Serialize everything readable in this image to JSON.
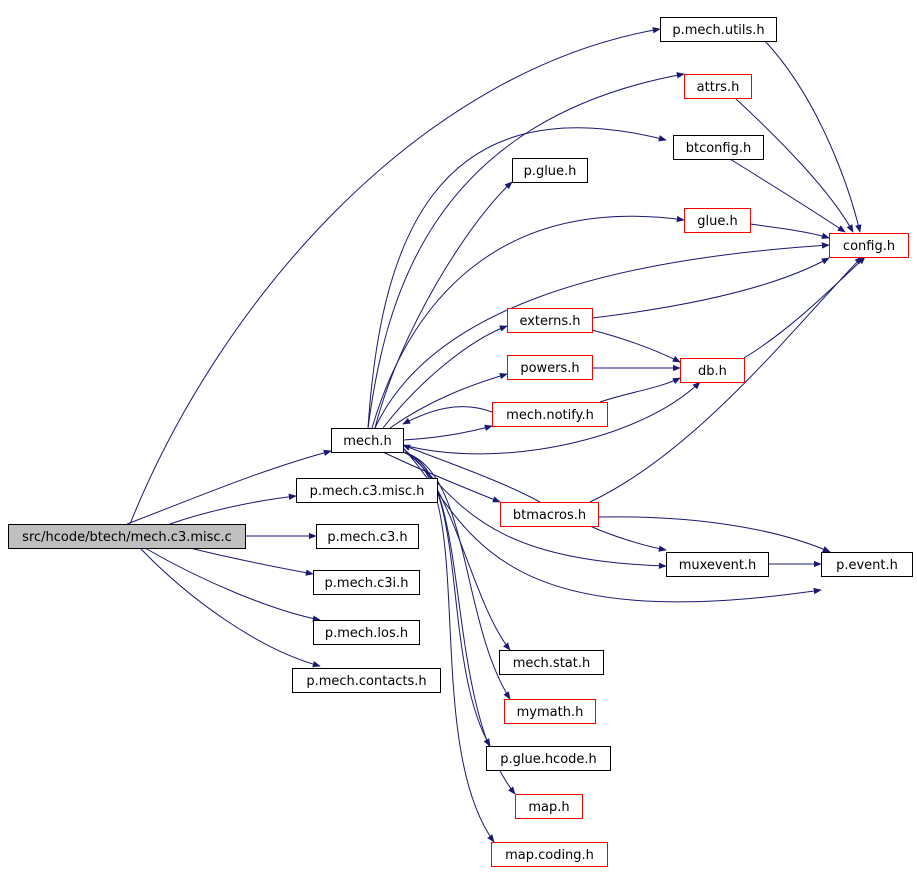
{
  "colors": {
    "edge": "#191970",
    "border_default": "#000000",
    "border_red": "#ff0000",
    "root_fill": "#bfbfbf",
    "node_fill": "#ffffff"
  },
  "nodes": [
    {
      "id": "root",
      "label": "src/hcode/btech/mech.c3.misc.c",
      "style": "root"
    },
    {
      "id": "mech_h",
      "label": "mech.h",
      "style": "default"
    },
    {
      "id": "p_mech_c3_misc_h",
      "label": "p.mech.c3.misc.h",
      "style": "default"
    },
    {
      "id": "p_mech_c3_h",
      "label": "p.mech.c3.h",
      "style": "default"
    },
    {
      "id": "p_mech_c3i_h",
      "label": "p.mech.c3i.h",
      "style": "default"
    },
    {
      "id": "p_mech_los_h",
      "label": "p.mech.los.h",
      "style": "default"
    },
    {
      "id": "p_mech_contacts_h",
      "label": "p.mech.contacts.h",
      "style": "default"
    },
    {
      "id": "p_mech_utils_h",
      "label": "p.mech.utils.h",
      "style": "default"
    },
    {
      "id": "attrs_h",
      "label": "attrs.h",
      "style": "red"
    },
    {
      "id": "btconfig_h",
      "label": "btconfig.h",
      "style": "default"
    },
    {
      "id": "p_glue_h",
      "label": "p.glue.h",
      "style": "default"
    },
    {
      "id": "glue_h",
      "label": "glue.h",
      "style": "red"
    },
    {
      "id": "config_h",
      "label": "config.h",
      "style": "red"
    },
    {
      "id": "externs_h",
      "label": "externs.h",
      "style": "red"
    },
    {
      "id": "powers_h",
      "label": "powers.h",
      "style": "red"
    },
    {
      "id": "db_h",
      "label": "db.h",
      "style": "red"
    },
    {
      "id": "mech_notify_h",
      "label": "mech.notify.h",
      "style": "red"
    },
    {
      "id": "btmacros_h",
      "label": "btmacros.h",
      "style": "red"
    },
    {
      "id": "muxevent_h",
      "label": "muxevent.h",
      "style": "default"
    },
    {
      "id": "p_event_h",
      "label": "p.event.h",
      "style": "default"
    },
    {
      "id": "mech_stat_h",
      "label": "mech.stat.h",
      "style": "default"
    },
    {
      "id": "mymath_h",
      "label": "mymath.h",
      "style": "red"
    },
    {
      "id": "p_glue_hcode_h",
      "label": "p.glue.hcode.h",
      "style": "default"
    },
    {
      "id": "map_h",
      "label": "map.h",
      "style": "red"
    },
    {
      "id": "map_coding_h",
      "label": "map.coding.h",
      "style": "red"
    }
  ],
  "edges": [
    [
      "root",
      "mech_h"
    ],
    [
      "root",
      "p_mech_c3_misc_h"
    ],
    [
      "root",
      "p_mech_c3_h"
    ],
    [
      "root",
      "p_mech_c3i_h"
    ],
    [
      "root",
      "p_mech_los_h"
    ],
    [
      "root",
      "p_mech_contacts_h"
    ],
    [
      "root",
      "p_mech_utils_h"
    ],
    [
      "mech_h",
      "attrs_h"
    ],
    [
      "mech_h",
      "btconfig_h"
    ],
    [
      "mech_h",
      "p_glue_h"
    ],
    [
      "mech_h",
      "glue_h"
    ],
    [
      "mech_h",
      "config_h"
    ],
    [
      "mech_h",
      "externs_h"
    ],
    [
      "mech_h",
      "powers_h"
    ],
    [
      "mech_h",
      "mech_notify_h"
    ],
    [
      "mech_h",
      "db_h"
    ],
    [
      "mech_h",
      "btmacros_h"
    ],
    [
      "mech_h",
      "muxevent_h"
    ],
    [
      "mech_h",
      "p_event_h"
    ],
    [
      "mech_h",
      "mech_stat_h"
    ],
    [
      "mech_h",
      "mymath_h"
    ],
    [
      "mech_h",
      "p_glue_hcode_h"
    ],
    [
      "mech_h",
      "map_h"
    ],
    [
      "mech_h",
      "map_coding_h"
    ],
    [
      "mech_notify_h",
      "mech_h"
    ],
    [
      "mech_notify_h",
      "db_h"
    ],
    [
      "btmacros_h",
      "mech_h"
    ],
    [
      "btmacros_h",
      "config_h"
    ],
    [
      "btmacros_h",
      "muxevent_h"
    ],
    [
      "btmacros_h",
      "p_event_h"
    ],
    [
      "p_mech_utils_h",
      "config_h"
    ],
    [
      "attrs_h",
      "config_h"
    ],
    [
      "btconfig_h",
      "config_h"
    ],
    [
      "glue_h",
      "config_h"
    ],
    [
      "externs_h",
      "config_h"
    ],
    [
      "externs_h",
      "db_h"
    ],
    [
      "powers_h",
      "db_h"
    ],
    [
      "db_h",
      "config_h"
    ],
    [
      "muxevent_h",
      "p_event_h"
    ]
  ]
}
